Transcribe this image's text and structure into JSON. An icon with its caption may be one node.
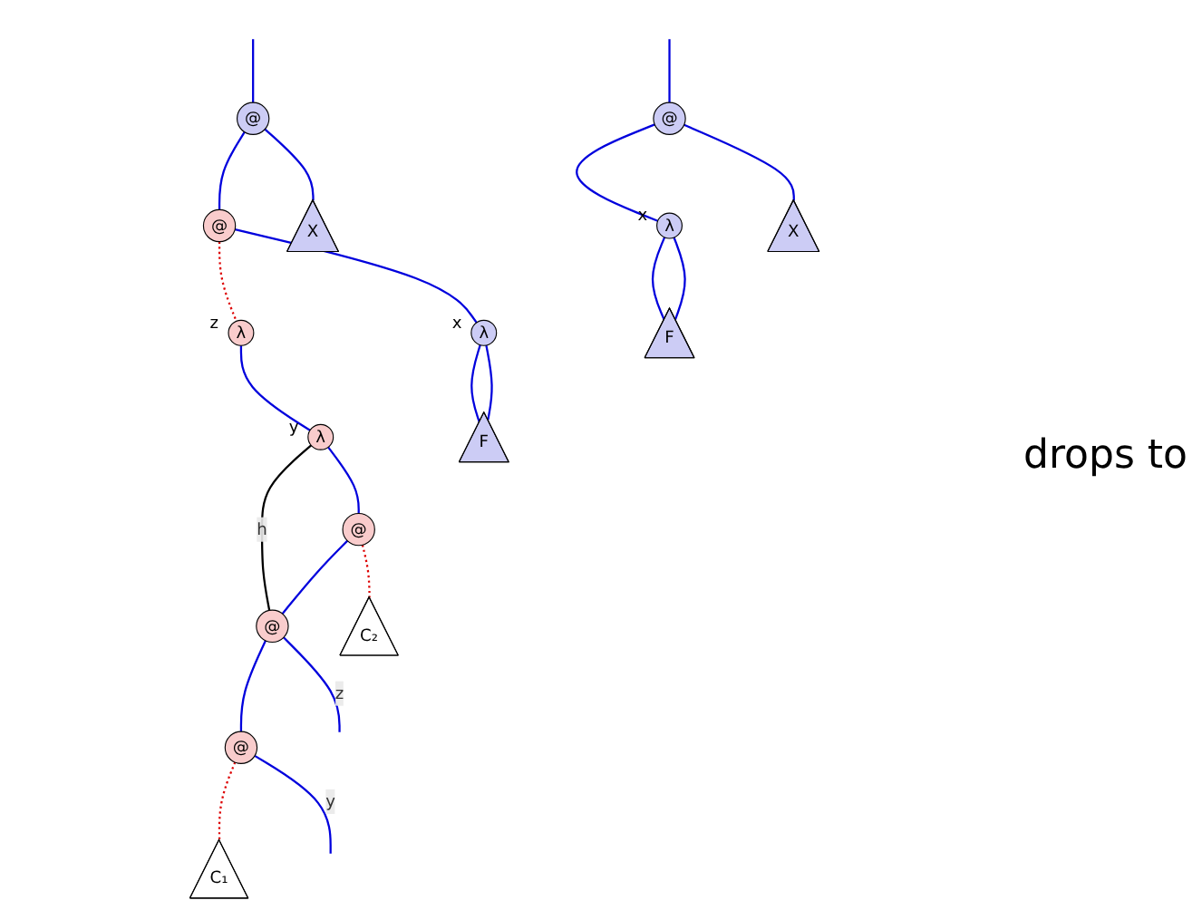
{
  "diagram": {
    "nodes": [
      {
        "text": [
          "@"
        ]
      },
      {
        "text": [
          "@"
        ]
      },
      {
        "text": [
          "X"
        ]
      },
      {
        "text": [
          "λ"
        ],
        "beside": [
          "z"
        ]
      },
      {
        "text": [
          "λ"
        ],
        "beside": [
          "x"
        ]
      },
      {
        "text": [
          "λ"
        ],
        "beside": [
          "y"
        ]
      },
      {
        "text": [
          "F"
        ]
      },
      {
        "text": [
          "@"
        ]
      },
      {
        "text": [
          "@"
        ]
      },
      {
        "text": [
          "C₂"
        ]
      },
      {
        "text": [
          "@"
        ]
      },
      {
        "text": [
          "C₁"
        ]
      },
      {
        "text": [
          "@"
        ]
      },
      {
        "text": [
          "λ"
        ],
        "beside": [
          "x"
        ]
      },
      {
        "text": [
          "X"
        ]
      },
      {
        "text": [
          "F"
        ]
      }
    ],
    "edges": [
      {
        "from": null,
        "to": 0,
        "arrow": "none"
      },
      {
        "from": 0,
        "to": 1,
        "arrow": "none"
      },
      {
        "from": 0,
        "to": 2,
        "arrow": "none"
      },
      {
        "from": 1,
        "to": 3,
        "arrow": "none",
        "style": "dashed",
        "color": "#dd0000"
      },
      {
        "from": 1,
        "to": 4,
        "arrow": "none"
      },
      {
        "from": 4,
        "to": 6,
        "arrow": "none"
      },
      {
        "from": 6,
        "to": 4,
        "arrow": "none"
      },
      {
        "from": 3,
        "to": 5,
        "arrow": "none"
      },
      {
        "from": 5,
        "to": 7,
        "arrow": "none"
      },
      {
        "from": 5,
        "to": 8,
        "arrow": "none",
        "label": "h",
        "color": "#000000"
      },
      {
        "from": 7,
        "to": 9,
        "arrow": "none",
        "style": "dashed",
        "color": "#dd0000"
      },
      {
        "from": 7,
        "to": 8,
        "arrow": "none"
      },
      {
        "from": 8,
        "to": 10,
        "arrow": "none"
      },
      {
        "from": 8,
        "to": null,
        "arrow": "none",
        "label": "z"
      },
      {
        "from": 10,
        "to": 11,
        "arrow": "none",
        "style": "dashed",
        "color": "#dd0000"
      },
      {
        "from": 10,
        "to": null,
        "arrow": "none",
        "label": "y"
      },
      {
        "from": null,
        "to": 12,
        "arrow": "none"
      },
      {
        "from": 12,
        "to": 13,
        "arrow": "none"
      },
      {
        "from": 12,
        "to": 14,
        "arrow": "none"
      },
      {
        "from": 13,
        "to": 15,
        "arrow": "none"
      },
      {
        "from": 15,
        "to": 13,
        "arrow": "none"
      }
    ],
    "labels": [
      "drops to"
    ]
  }
}
